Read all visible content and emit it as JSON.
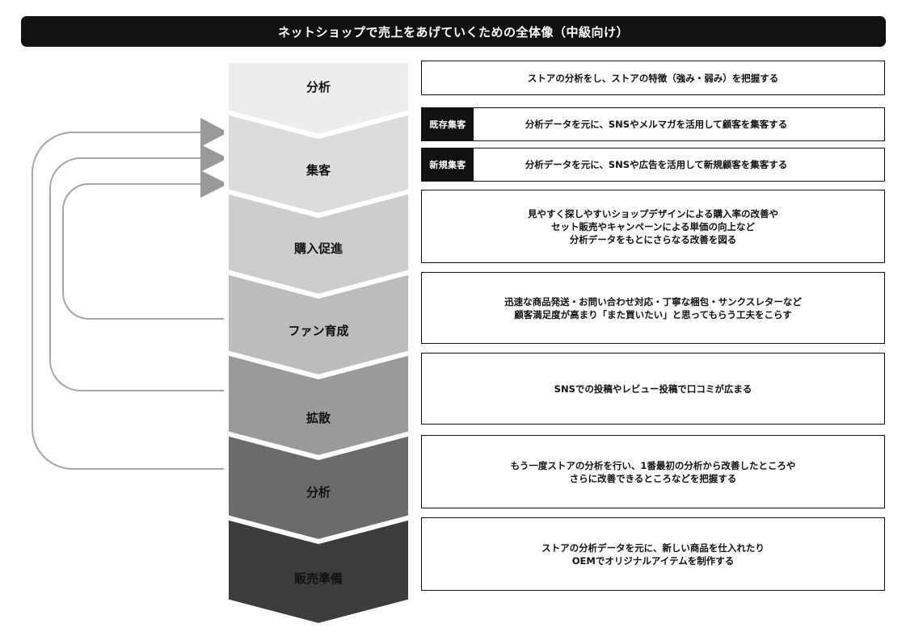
{
  "title": "ネットショップで売上をあげていくための全体像（中級向け）",
  "stages": [
    {
      "label": "分析",
      "fill": "#ededed",
      "text_color": "#111111"
    },
    {
      "label": "集客",
      "fill": "#dcdcdc",
      "text_color": "#111111"
    },
    {
      "label": "購入促進",
      "fill": "#cdcdcd",
      "text_color": "#111111"
    },
    {
      "label": "ファン育成",
      "fill": "#bcbcbc",
      "text_color": "#111111"
    },
    {
      "label": "拡散",
      "fill": "#9a9a9a",
      "text_color": "#111111"
    },
    {
      "label": "分析",
      "fill": "#6b6b6b",
      "text_color": "#111111"
    },
    {
      "label": "販売準備",
      "fill": "#3c3c3c",
      "text_color": "#111111"
    }
  ],
  "descriptions": [
    {
      "tag": "",
      "text": "ストアの分析をし、ストアの特徴（強み・弱み）を把握する"
    },
    {
      "tag": "既存集客",
      "text": "分析データを元に、SNSやメルマガを活用して顧客を集客する"
    },
    {
      "tag": "新規集客",
      "text": "分析データを元に、SNSや広告を活用して新規顧客を集客する"
    },
    {
      "tag": "",
      "text": "見やすく探しやすいショップデザインによる購入率の改善や\nセット販売やキャンペーンによる単価の向上など\n分析データをもとにさらなる改善を図る"
    },
    {
      "tag": "",
      "text": "迅速な商品発送・お問い合わせ対応・丁寧な梱包・サンクスレターなど\n顧客満足度が高まり「また買いたい」と思ってもらう工夫をこらす"
    },
    {
      "tag": "",
      "text": "SNSでの投稿やレビュー投稿で口コミが広まる"
    },
    {
      "tag": "",
      "text": "もう一度ストアの分析を行い、1番最初の分析から改善したところや\nさらに改善できるところなどを把握する"
    },
    {
      "tag": "",
      "text": "ストアの分析データを元に、新しい商品を仕入れたり\nOEMでオリジナルアイテムを制作する"
    }
  ],
  "colors": {
    "title_bg": "#111111",
    "border": "#111111",
    "loop_line": "#a6a6a6",
    "loop_arrow": "#999999"
  }
}
